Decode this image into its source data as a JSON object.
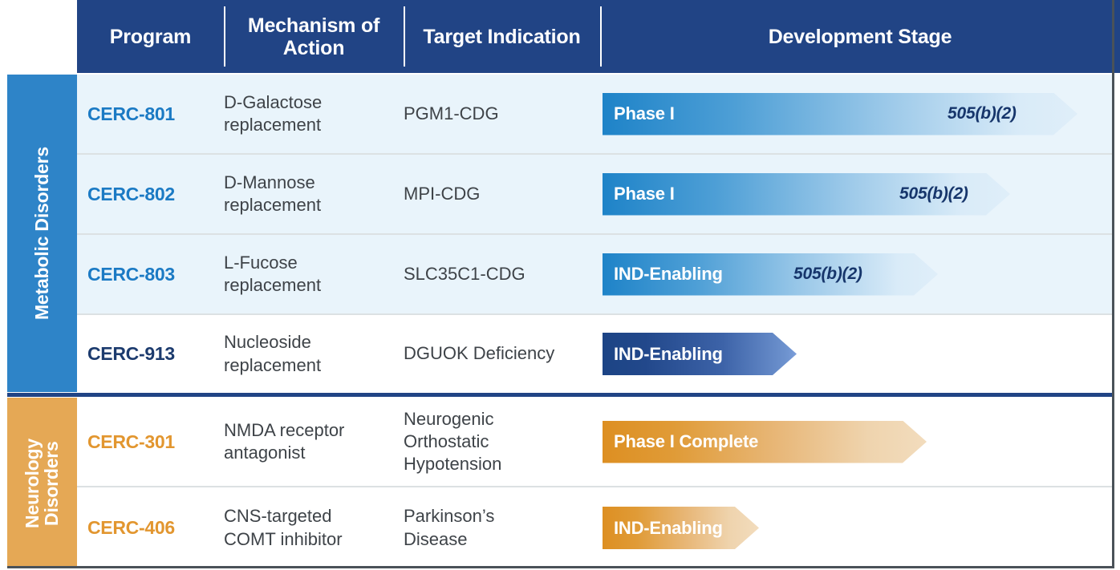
{
  "header": {
    "columns": [
      {
        "label": "Program"
      },
      {
        "label": "Mechanism\nof Action"
      },
      {
        "label": "Target\nIndication"
      },
      {
        "label": "Development Stage"
      }
    ]
  },
  "colors": {
    "header_navy": "#214485",
    "metabolic_band": "#2E84C8",
    "neurology_band": "#E5A855",
    "row_tint": "#E9F4FB",
    "program_blue": "#1B7AC4",
    "program_navy": "#1C3B6E",
    "program_orange": "#E2962F",
    "regulatory_label": "#16356B",
    "separator_gray": "#DCE1E3",
    "outer_border": "#4A5259"
  },
  "sections": [
    {
      "name": "Metabolic Disorders",
      "label": "Metabolic Disorders",
      "rows": [
        {
          "program": "CERC-801",
          "mechanism": "D-Galactose\nreplacement",
          "indication": "PGM1-CDG",
          "stage": "Phase I",
          "regulatory": "505(b)(2)"
        },
        {
          "program": "CERC-802",
          "mechanism": "D-Mannose\nreplacement",
          "indication": "MPI-CDG",
          "stage": "Phase I",
          "regulatory": "505(b)(2)"
        },
        {
          "program": "CERC-803",
          "mechanism": "L-Fucose\nreplacement",
          "indication": "SLC35C1-CDG",
          "stage": "IND-Enabling",
          "regulatory": "505(b)(2)"
        },
        {
          "program": "CERC-913",
          "mechanism": "Nucleoside\nreplacement",
          "indication": "DGUOK Deficiency",
          "stage": "IND-Enabling",
          "regulatory": ""
        }
      ]
    },
    {
      "name": "Neurology Disorders",
      "label": "Neurology\nDisorders",
      "rows": [
        {
          "program": "CERC-301",
          "mechanism": "NMDA receptor\nantagonist",
          "indication": "Neurogenic\nOrthostatic\nHypotension",
          "stage": "Phase I Complete",
          "regulatory": ""
        },
        {
          "program": "CERC-406",
          "mechanism": "CNS-targeted\nCOMT inhibitor",
          "indication": "Parkinson’s\nDisease",
          "stage": "IND-Enabling",
          "regulatory": ""
        }
      ]
    }
  ]
}
